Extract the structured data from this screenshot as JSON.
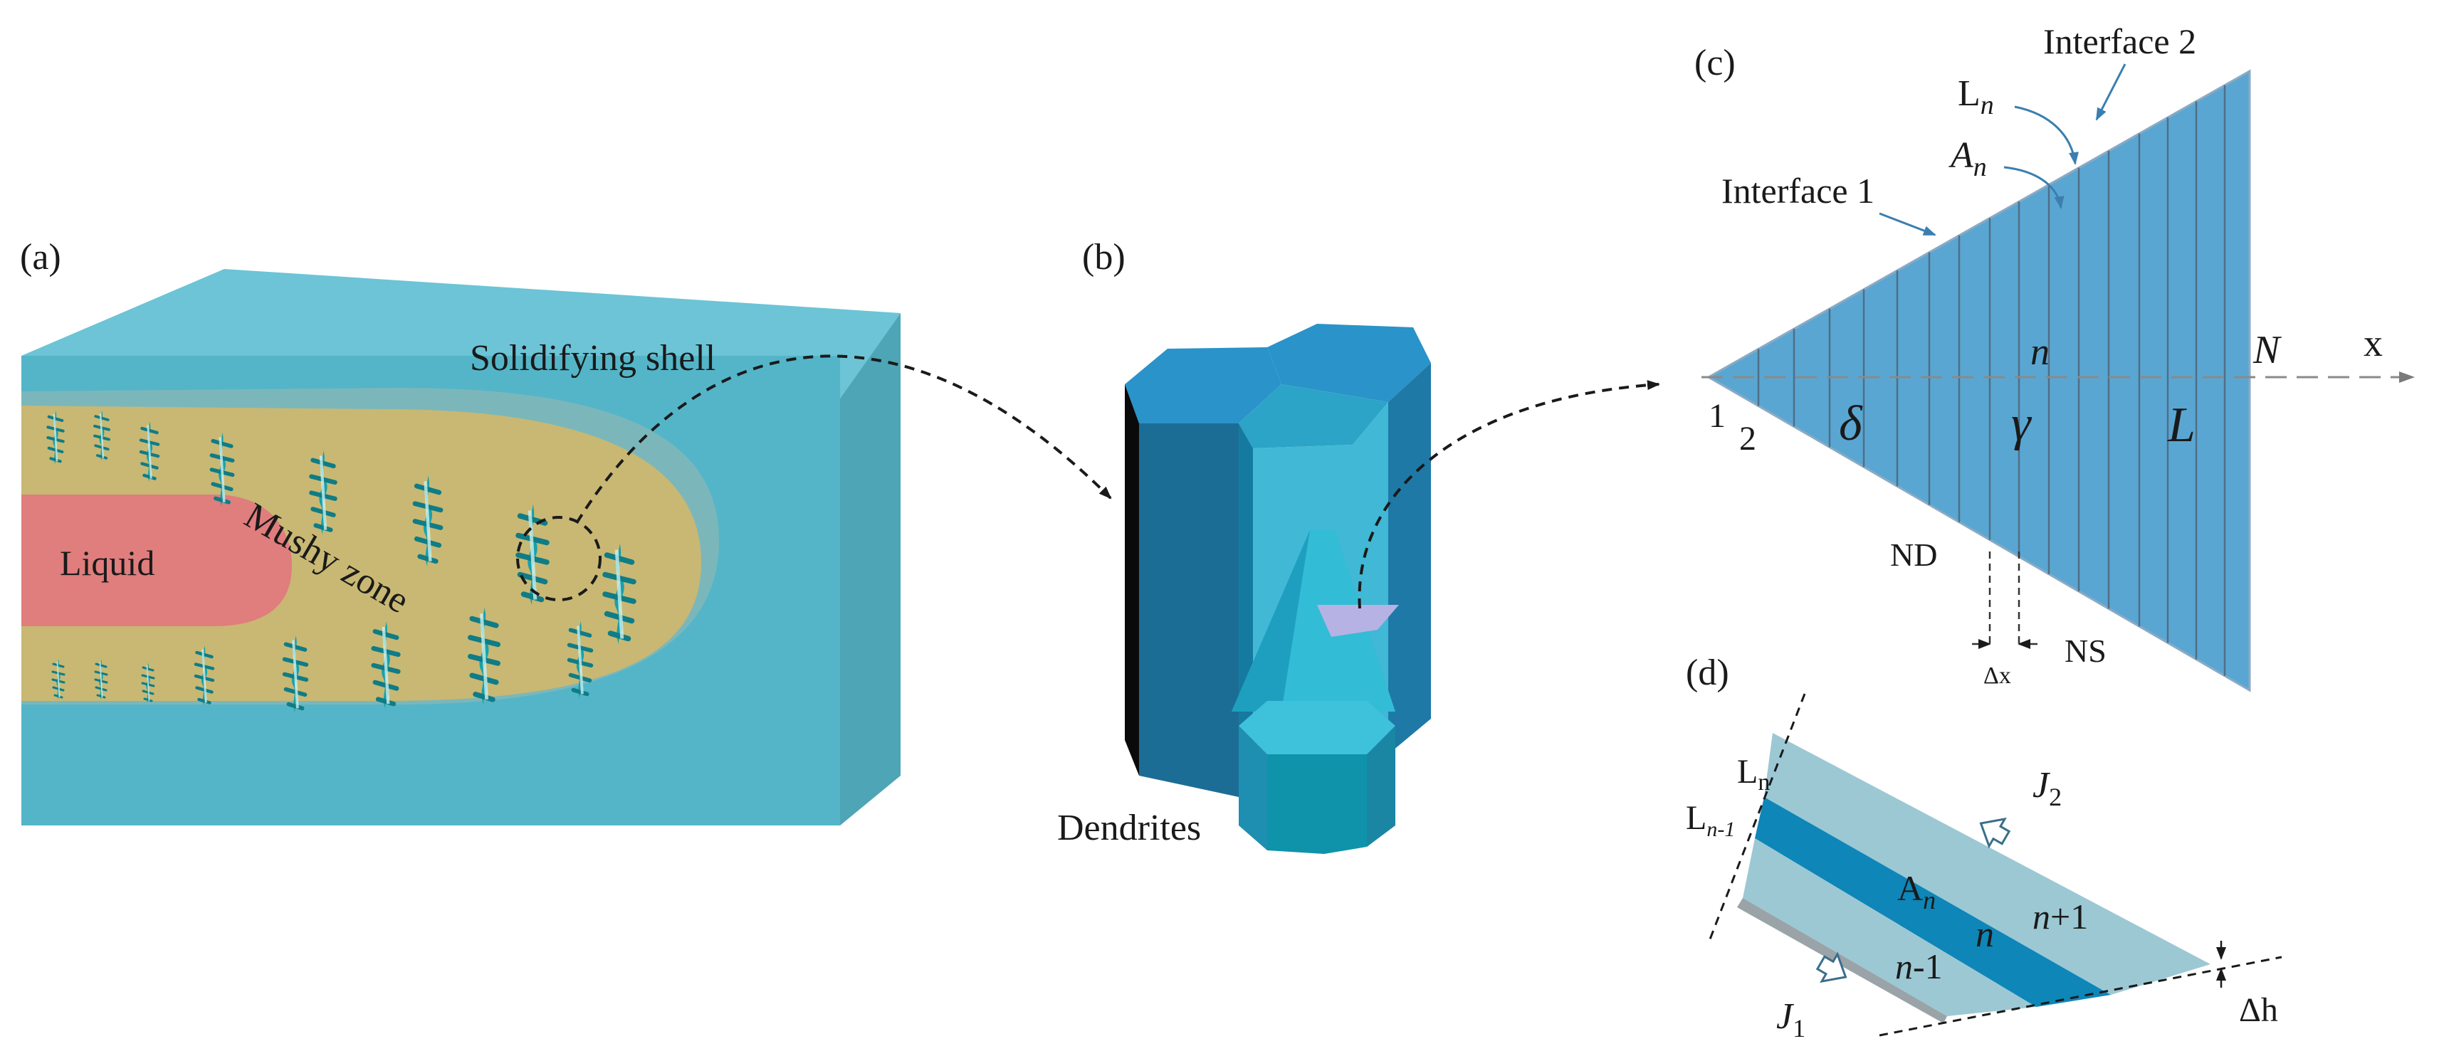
{
  "panels": {
    "a": {
      "label": "(a)",
      "liquid": "Liquid",
      "mushy": "Mushy zone",
      "shell": "Solidifying shell",
      "colors": {
        "box": "#54b5c8",
        "mushy": "#c8b873",
        "liquid": "#e07d7d",
        "dendrite": "#1aa0a8"
      }
    },
    "b": {
      "label": "(b)",
      "dendrites": "Dendrites",
      "colors": {
        "front": "#1c6d96",
        "top": "#2a93c9",
        "inner": "#2cb0d0",
        "dark": "#0a0a0a"
      }
    },
    "c": {
      "label": "(c)",
      "interface1": "Interface 1",
      "interface2": "Interface 2",
      "Ln_base": "L",
      "Ln_sub": "n",
      "An_base": "A",
      "An_sub": "n",
      "n": "n",
      "N": "N",
      "x": "x",
      "one": "1",
      "two": "2",
      "delta": "δ",
      "gamma": "γ",
      "L": "L",
      "ND": "ND",
      "NS": "NS",
      "dx": "Δx",
      "colors": {
        "cyan": "#12a7dc",
        "edge": "#5b8fb5"
      }
    },
    "d": {
      "label": "(d)",
      "Ln_base": "L",
      "Ln_sub": "n",
      "Ln1_base": "L",
      "Ln1_sub": "n-1",
      "J2_base": "J",
      "J2_sub": "2",
      "J1_base": "J",
      "J1_sub": "1",
      "An_base": "A",
      "An_sub": "n",
      "n": "n",
      "n_plus": "n",
      "n_plus_suffix": "+1",
      "n_minus": "n",
      "n_minus_suffix": "-1",
      "dh": "Δh",
      "colors": {
        "band": "#9cc8d4",
        "mid": "#0e86b8",
        "grey": "#9aa3a8"
      }
    }
  }
}
